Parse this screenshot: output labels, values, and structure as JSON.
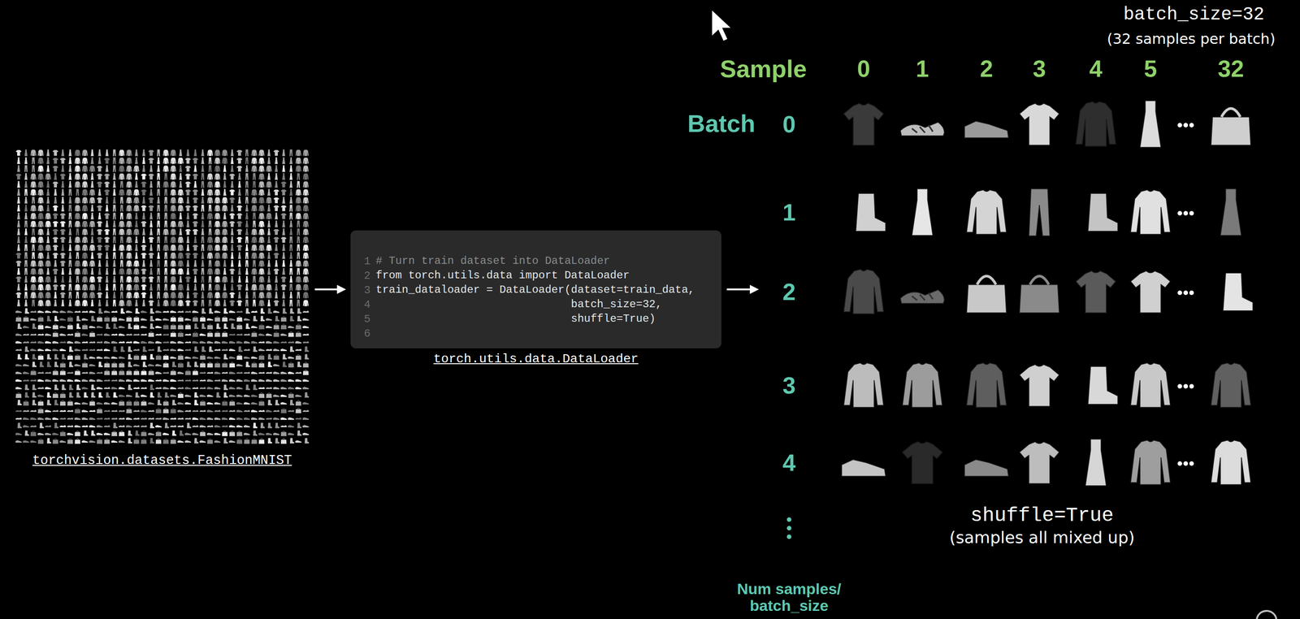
{
  "diagram": {
    "nodes": [
      {
        "text": [
          "torchvision.datasets.FashionMNIST"
        ]
      },
      {
        "text": [
          "# Turn train dataset into DataLoader",
          "from torch.utils.data import DataLoader",
          "train_dataloader = DataLoader(dataset=train_data,",
          "batch_size=32,",
          "shuffle=True)",
          "torch.utils.data.DataLoader"
        ]
      },
      {
        "text": [
          "shuffle=True",
          "(samples all mixed up)"
        ]
      }
    ],
    "edges": [
      {
        "from": 0,
        "to": 1,
        "arrow": "to"
      },
      {
        "from": 1,
        "to": 2,
        "arrow": "to"
      }
    ],
    "labels": [
      "1",
      "2",
      "3",
      "4",
      "5",
      "6",
      "batch_size=32",
      "(32 samples per batch)",
      "Sample",
      "0",
      "1",
      "2",
      "3",
      "4",
      "5",
      "32",
      "Batch",
      "0",
      "1",
      "2",
      "3",
      "4",
      "Num samples/ batch_size"
    ]
  }
}
